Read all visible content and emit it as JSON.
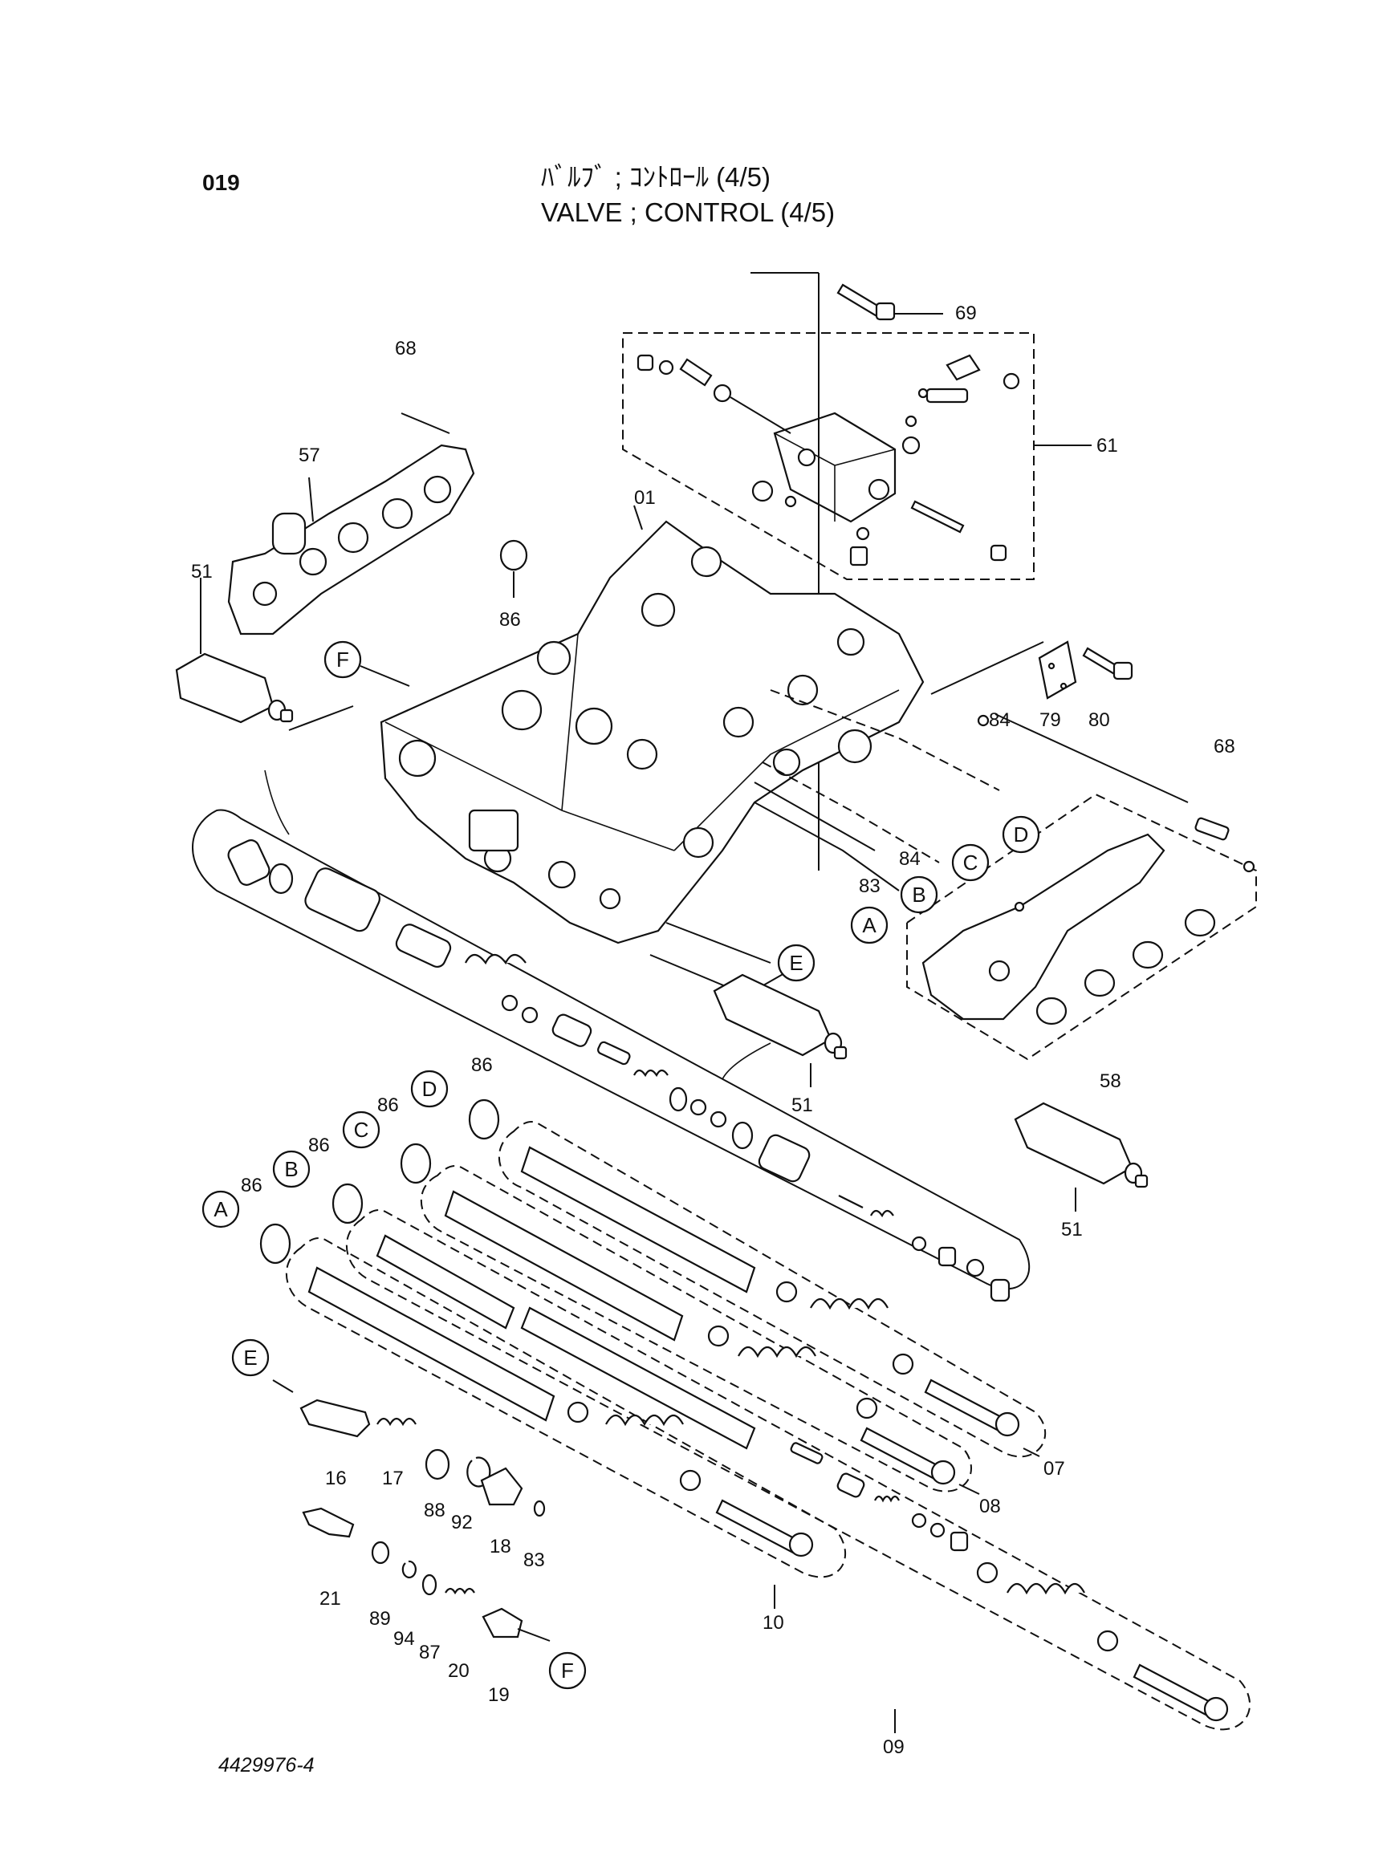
{
  "page_number": "019",
  "title_jp": "ﾊﾞﾙﾌﾞ ; ｺﾝﾄﾛｰﾙ (4/5)",
  "title_en": "VALVE ; CONTROL (4/5)",
  "document_number": "4429976-4",
  "part_labels": {
    "p69": "69",
    "p68a": "68",
    "p61": "61",
    "p57": "57",
    "p01": "01",
    "p51a": "51",
    "p86a": "86",
    "p84a": "84",
    "p79": "79",
    "p80": "80",
    "p68b": "68",
    "p84b": "84",
    "p83a": "83",
    "p51b": "51",
    "p58": "58",
    "p51c": "51",
    "p86b": "86",
    "p86c": "86",
    "p86d": "86",
    "p86e": "86",
    "p07": "07",
    "p08": "08",
    "p09": "09",
    "p10": "10",
    "p16": "16",
    "p17": "17",
    "p88": "88",
    "p92": "92",
    "p18": "18",
    "p83b": "83",
    "p21": "21",
    "p89": "89",
    "p94": "94",
    "p87": "87",
    "p20": "20",
    "p19": "19"
  },
  "callouts": {
    "A": "A",
    "B": "B",
    "C": "C",
    "D": "D",
    "E": "E",
    "F": "F"
  }
}
